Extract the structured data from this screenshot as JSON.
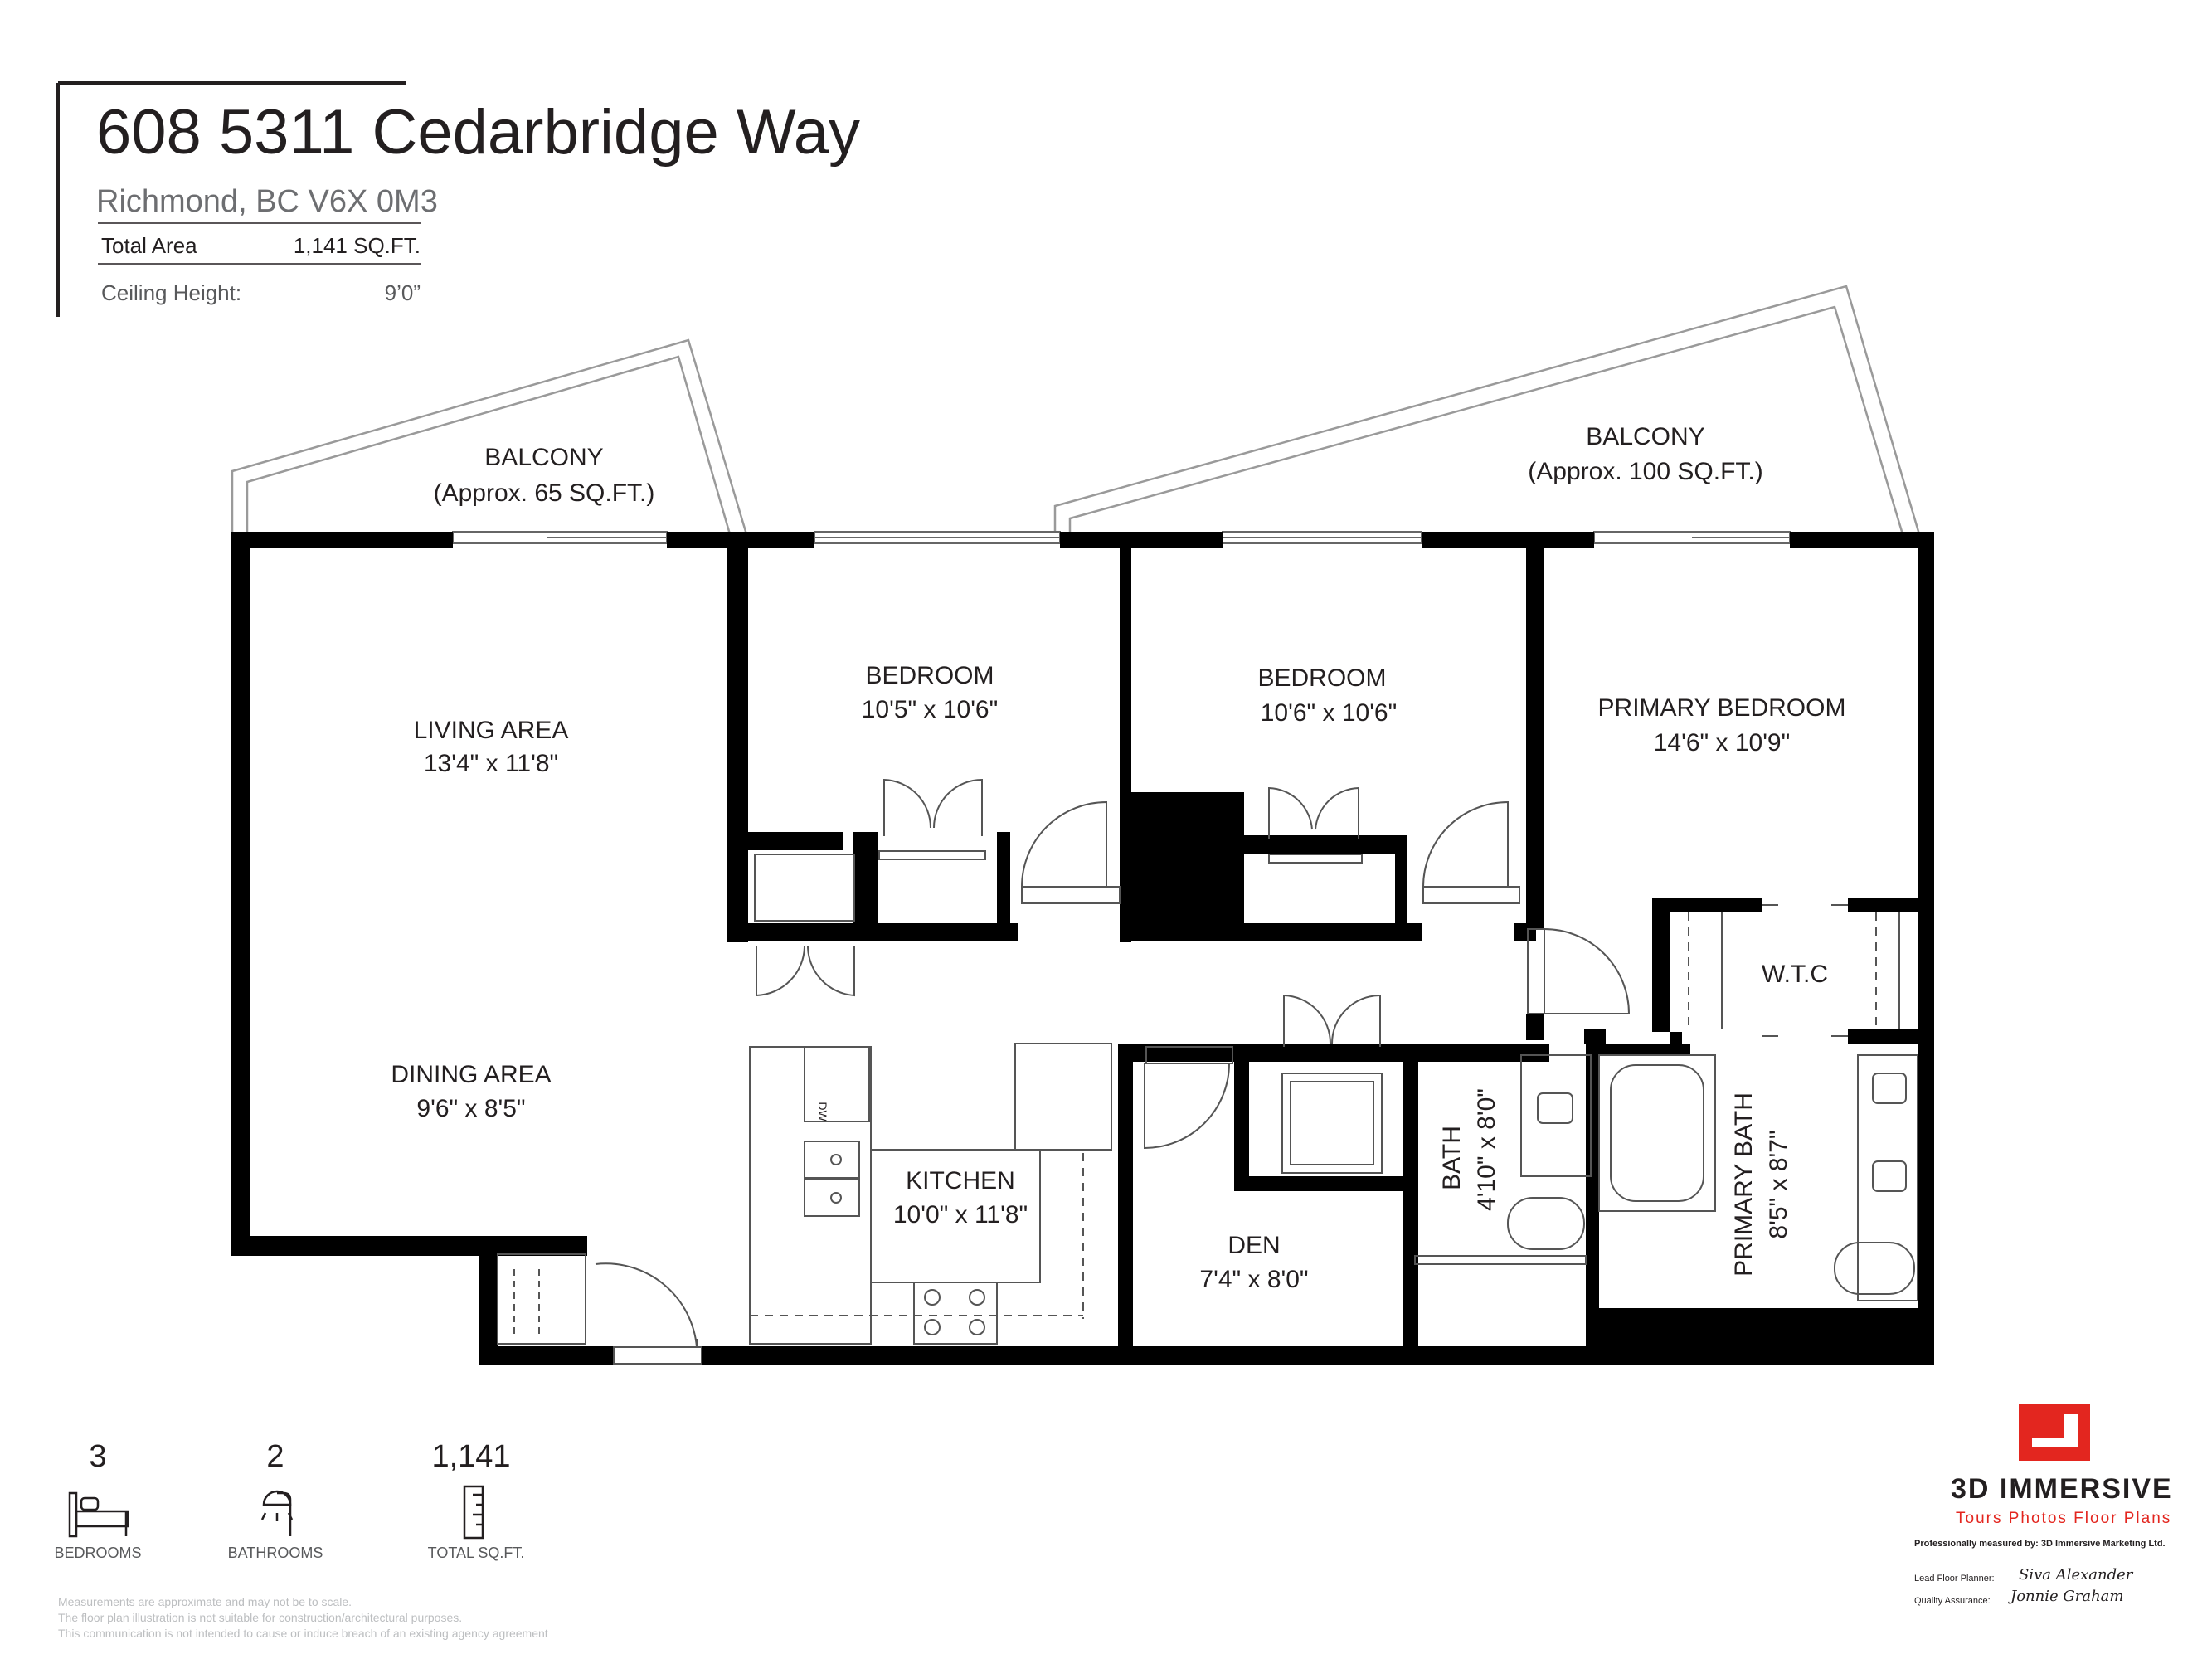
{
  "header": {
    "title": "608 5311 Cedarbridge Way",
    "subtitle": "Richmond, BC V6X 0M3",
    "total_area_label": "Total Area",
    "total_area_value": "1,141 SQ.FT.",
    "ceiling_label": "Ceiling Height:",
    "ceiling_value": "9’0”"
  },
  "rooms": {
    "balcony_left": {
      "name": "BALCONY",
      "size": "(Approx. 65 SQ.FT.)"
    },
    "balcony_right": {
      "name": "BALCONY",
      "size": "(Approx. 100 SQ.FT.)"
    },
    "living": {
      "name": "LIVING AREA",
      "size": "13'4\" x 11'8\""
    },
    "dining": {
      "name": "DINING AREA",
      "size": "9'6\" x 8'5\""
    },
    "bedroom1": {
      "name": "BEDROOM",
      "size": "10'5\" x 10'6\""
    },
    "bedroom2": {
      "name": "BEDROOM",
      "size": "10'6\" x 10'6\""
    },
    "primary_bedroom": {
      "name": "PRIMARY BEDROOM",
      "size": "14'6\" x 10'9\""
    },
    "wtc": {
      "name": "W.T.C"
    },
    "kitchen": {
      "name": "KITCHEN",
      "size": "10'0\" x 11'8\"",
      "dw": "DW"
    },
    "den": {
      "name": "DEN",
      "size": "7'4\" x 8'0\""
    },
    "bath": {
      "name": "BATH",
      "size": "4'10\" x 8'0\""
    },
    "primary_bath": {
      "name": "PRIMARY BATH",
      "size": "8'5\" x 8'7\""
    }
  },
  "stats": {
    "bedrooms": {
      "value": "3",
      "label": "BEDROOMS",
      "icon": "bed-icon"
    },
    "bathrooms": {
      "value": "2",
      "label": "BATHROOMS",
      "icon": "shower-icon"
    },
    "sqft": {
      "value": "1,141",
      "label": "TOTAL SQ.FT.",
      "icon": "ruler-icon"
    }
  },
  "disclaimer": {
    "line1": "Measurements are approximate and may not be to scale.",
    "line2": "The floor plan illustration is not suitable for construction/architectural purposes.",
    "line3": "This communication is not intended to cause or induce breach of an existing agency agreement"
  },
  "brand": {
    "name": "3D IMMERSIVE",
    "tagline": "Tours  Photos  Floor Plans",
    "accent": "#e3261f",
    "measured_by": "Professionally measured by: 3D Immersive Marketing Ltd.",
    "lead_label": "Lead Floor Planner:",
    "lead_sig": "Siva Alexander",
    "qa_label": "Quality Assurance:",
    "qa_sig": "Jonnie Graham"
  },
  "colors": {
    "wall": "#000000",
    "text": "#231f20",
    "fixture": "#555555"
  }
}
